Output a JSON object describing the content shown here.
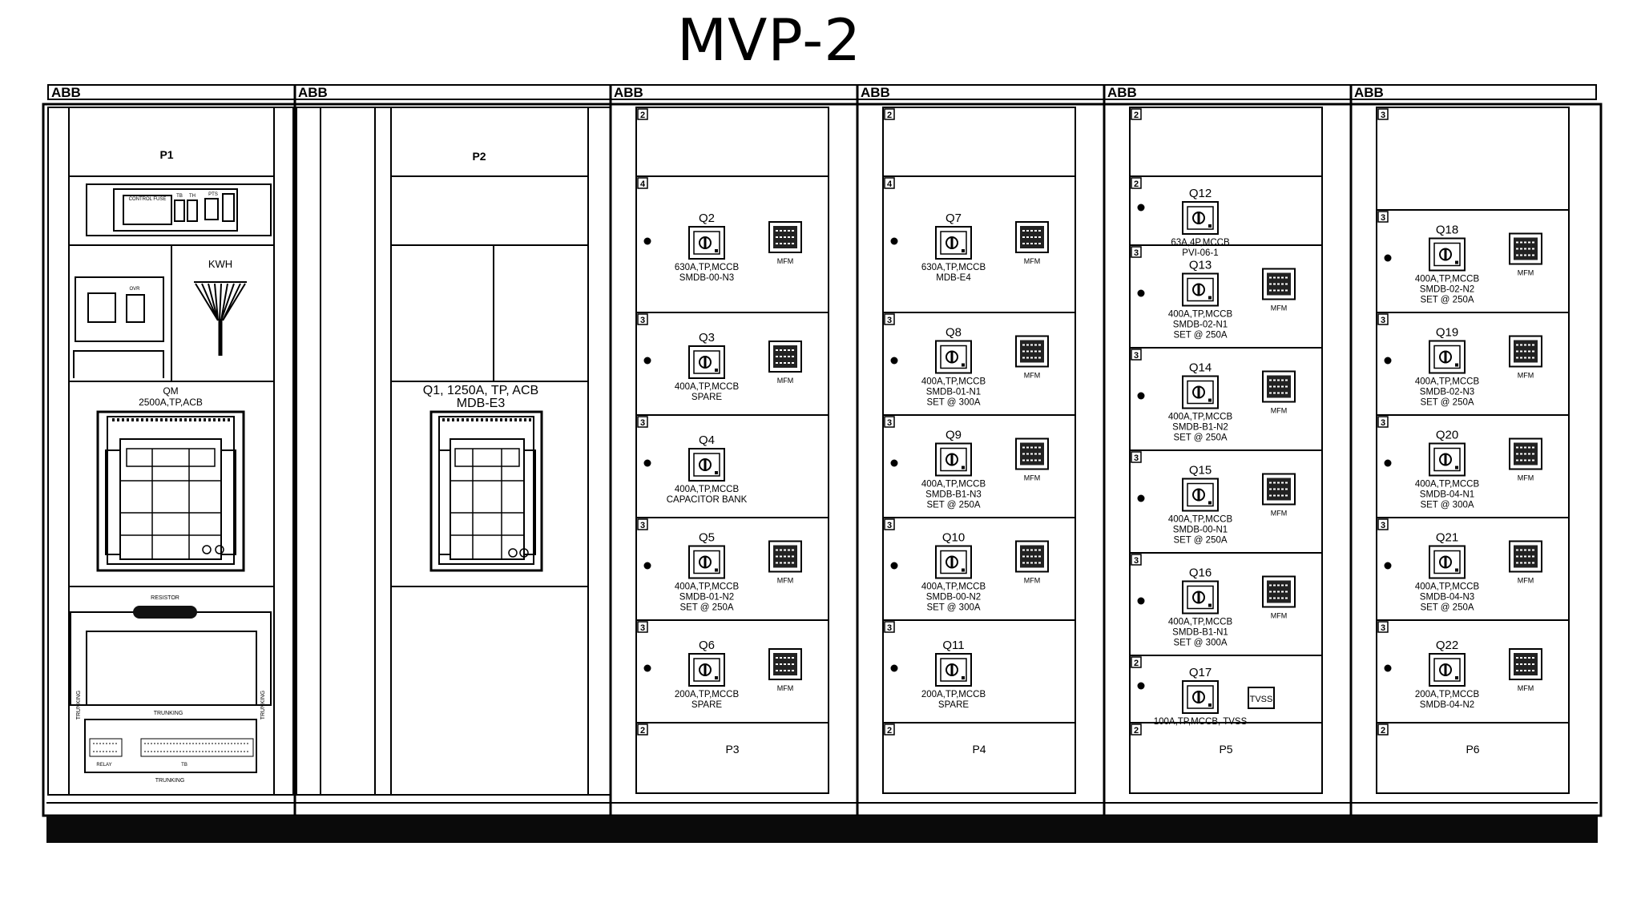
{
  "title": "MVP-2",
  "brand": "ABB",
  "colors": {
    "line": "#000000",
    "base": "#0a0a0a",
    "background": "#ffffff"
  },
  "panels": [
    {
      "label": "P1",
      "texts": {
        "control_fuse": "CONTROL FUSE",
        "tb": "TB",
        "th": "TH",
        "pts": "PTS",
        "ovr": "OVR",
        "kwh": "KWH",
        "qm": "QM",
        "qm_rating": "2500A,TP,ACB",
        "resistor": "RESISTOR",
        "trunking": "TRUNKING",
        "relay": "RELAY",
        "tb2": "TB"
      }
    },
    {
      "label": "P2",
      "q1_line1": "Q1, 1250A, TP, ACB",
      "q1_line2": "MDB-E3"
    },
    {
      "label": "P3",
      "rows": [
        {
          "tag": "2"
        },
        {
          "tag": "4",
          "breaker": "Q2",
          "lines": [
            "630A,TP,MCCB",
            "SMDB-00-N3"
          ],
          "meter": "MFM"
        },
        {
          "tag": "3",
          "breaker": "Q3",
          "lines": [
            "400A,TP,MCCB",
            "SPARE"
          ],
          "meter": "MFM"
        },
        {
          "tag": "3",
          "breaker": "Q4",
          "lines": [
            "400A,TP,MCCB",
            "CAPACITOR BANK"
          ],
          "meter": ""
        },
        {
          "tag": "3",
          "breaker": "Q5",
          "lines": [
            "400A,TP,MCCB",
            "SMDB-01-N2",
            "SET @ 250A"
          ],
          "meter": "MFM"
        },
        {
          "tag": "3",
          "breaker": "Q6",
          "lines": [
            "200A,TP,MCCB",
            "SPARE"
          ],
          "meter": "MFM"
        },
        {
          "tag": "2"
        }
      ]
    },
    {
      "label": "P4",
      "rows": [
        {
          "tag": "2"
        },
        {
          "tag": "4",
          "breaker": "Q7",
          "lines": [
            "630A,TP,MCCB",
            "MDB-E4"
          ],
          "meter": "MFM"
        },
        {
          "tag": "3",
          "breaker": "Q8",
          "lines": [
            "400A,TP,MCCB",
            "SMDB-01-N1",
            "SET @ 300A"
          ],
          "meter": "MFM"
        },
        {
          "tag": "3",
          "breaker": "Q9",
          "lines": [
            "400A,TP,MCCB",
            "SMDB-B1-N3",
            "SET @ 250A"
          ],
          "meter": "MFM"
        },
        {
          "tag": "3",
          "breaker": "Q10",
          "lines": [
            "400A,TP,MCCB",
            "SMDB-00-N2",
            "SET @ 300A"
          ],
          "meter": "MFM"
        },
        {
          "tag": "3",
          "breaker": "Q11",
          "lines": [
            "200A,TP,MCCB",
            "SPARE"
          ],
          "meter": ""
        },
        {
          "tag": "2"
        }
      ]
    },
    {
      "label": "P5",
      "rows": [
        {
          "tag": "2"
        },
        {
          "tag": "2",
          "breaker": "Q12",
          "lines": [
            "63A,4P,MCCB",
            "PVI-06-1"
          ],
          "meter": ""
        },
        {
          "tag": "3",
          "breaker": "Q13",
          "lines": [
            "400A,TP,MCCB",
            "SMDB-02-N1",
            "SET @ 250A"
          ],
          "meter": "MFM"
        },
        {
          "tag": "3",
          "breaker": "Q14",
          "lines": [
            "400A,TP,MCCB",
            "SMDB-B1-N2",
            "SET @ 250A"
          ],
          "meter": "MFM"
        },
        {
          "tag": "3",
          "breaker": "Q15",
          "lines": [
            "400A,TP,MCCB",
            "SMDB-00-N1",
            "SET @ 250A"
          ],
          "meter": "MFM"
        },
        {
          "tag": "3",
          "breaker": "Q16",
          "lines": [
            "400A,TP,MCCB",
            "SMDB-B1-N1",
            "SET @ 300A"
          ],
          "meter": "MFM"
        },
        {
          "tag": "2",
          "breaker": "Q17",
          "lines": [
            "100A,TP,MCCB, TVSS"
          ],
          "meter": "",
          "aux": "TVSS"
        },
        {
          "tag": "2"
        }
      ]
    },
    {
      "label": "P6",
      "rows": [
        {
          "tag": "3"
        },
        {
          "tag": "3",
          "breaker": "Q18",
          "lines": [
            "400A,TP,MCCB",
            "SMDB-02-N2",
            "SET @ 250A"
          ],
          "meter": "MFM"
        },
        {
          "tag": "3",
          "breaker": "Q19",
          "lines": [
            "400A,TP,MCCB",
            "SMDB-02-N3",
            "SET @ 250A"
          ],
          "meter": "MFM"
        },
        {
          "tag": "3",
          "breaker": "Q20",
          "lines": [
            "400A,TP,MCCB",
            "SMDB-04-N1",
            "SET @ 300A"
          ],
          "meter": "MFM"
        },
        {
          "tag": "3",
          "breaker": "Q21",
          "lines": [
            "400A,TP,MCCB",
            "SMDB-04-N3",
            "SET @ 250A"
          ],
          "meter": "MFM"
        },
        {
          "tag": "3",
          "breaker": "Q22",
          "lines": [
            "200A,TP,MCCB",
            "SMDB-04-N2"
          ],
          "meter": "MFM"
        },
        {
          "tag": "2"
        }
      ]
    }
  ]
}
